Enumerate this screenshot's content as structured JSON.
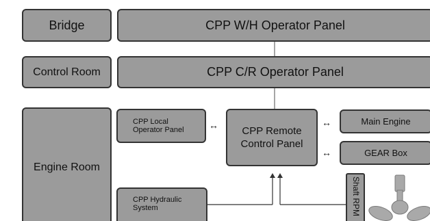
{
  "rows": {
    "bridge": {
      "label": "Bridge",
      "panel": "CPP W/H Operator Panel"
    },
    "control_room": {
      "label": "Control Room",
      "panel": "CPP C/R Operator Panel"
    },
    "engine_room": {
      "label": "Engine Room"
    }
  },
  "nodes": {
    "local_panel": {
      "line1": "CPP Local",
      "line2": "Operator Panel"
    },
    "remote_panel": {
      "line1": "CPP Remote",
      "line2": "Control Panel"
    },
    "main_engine": "Main Engine",
    "gear_box": "GEAR Box",
    "hydraulic": {
      "line1": "CPP Hydraulic",
      "line2": "System"
    },
    "shaft_rpm": "Shaft RPM"
  },
  "arrows": {
    "double": "↔"
  }
}
